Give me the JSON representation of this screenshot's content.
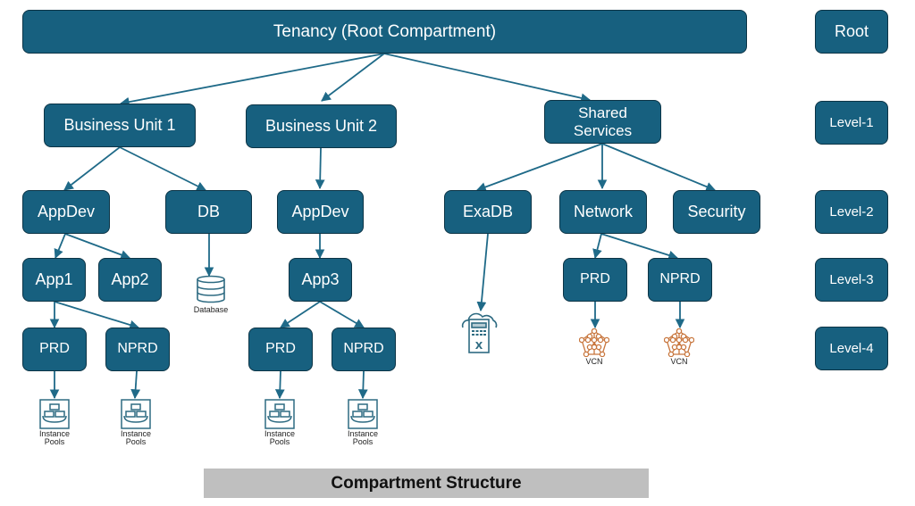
{
  "diagram": {
    "title": "Compartment Structure",
    "colors": {
      "node_fill": "#17607f",
      "node_border": "#0c3446",
      "edge": "#1f6a88",
      "vcn_icon": "#c8763d",
      "service_icon": "#2e6b82",
      "caption_bg": "#bfbfbf"
    },
    "nodes": {
      "tenancy": "Tenancy (Root Compartment)",
      "bu1": "Business Unit 1",
      "bu2": "Business Unit 2",
      "shared": "Shared\nServices",
      "bu1_appdev": "AppDev",
      "bu1_db": "DB",
      "bu2_appdev": "AppDev",
      "exadb": "ExaDB",
      "network": "Network",
      "security": "Security",
      "app1": "App1",
      "app2": "App2",
      "app3": "App3",
      "net_prd": "PRD",
      "net_nprd": "NPRD",
      "app1_prd": "PRD",
      "app1_nprd": "NPRD",
      "app3_prd": "PRD",
      "app3_nprd": "NPRD"
    },
    "levels": [
      "Root",
      "Level-1",
      "Level-2",
      "Level-3",
      "Level-4"
    ],
    "resources": {
      "database": {
        "icon": "database-icon",
        "label": "Database"
      },
      "exadata": {
        "icon": "exadata-cloud-icon",
        "label": ""
      },
      "vcn_prd": {
        "icon": "vcn-icon",
        "label": "VCN"
      },
      "vcn_nprd": {
        "icon": "vcn-icon",
        "label": "VCN"
      },
      "pool_app1_prd": {
        "icon": "instance-pools-icon",
        "label": "Instance\nPools"
      },
      "pool_app1_nprd": {
        "icon": "instance-pools-icon",
        "label": "Instance\nPools"
      },
      "pool_app3_prd": {
        "icon": "instance-pools-icon",
        "label": "Instance\nPools"
      },
      "pool_app3_nprd": {
        "icon": "instance-pools-icon",
        "label": "Instance\nPools"
      }
    },
    "edges": [
      [
        "tenancy",
        "bu1"
      ],
      [
        "tenancy",
        "bu2"
      ],
      [
        "tenancy",
        "shared"
      ],
      [
        "bu1",
        "bu1_appdev"
      ],
      [
        "bu1",
        "bu1_db"
      ],
      [
        "bu2",
        "bu2_appdev"
      ],
      [
        "shared",
        "exadb"
      ],
      [
        "shared",
        "network"
      ],
      [
        "shared",
        "security"
      ],
      [
        "bu1_appdev",
        "app1"
      ],
      [
        "bu1_appdev",
        "app2"
      ],
      [
        "bu1_db",
        "database"
      ],
      [
        "bu2_appdev",
        "app3"
      ],
      [
        "exadb",
        "exadata"
      ],
      [
        "network",
        "net_prd"
      ],
      [
        "network",
        "net_nprd"
      ],
      [
        "app1",
        "app1_prd"
      ],
      [
        "app1",
        "app1_nprd"
      ],
      [
        "app3",
        "app3_prd"
      ],
      [
        "app3",
        "app3_nprd"
      ],
      [
        "net_prd",
        "vcn_prd"
      ],
      [
        "net_nprd",
        "vcn_nprd"
      ],
      [
        "app1_prd",
        "pool_app1_prd"
      ],
      [
        "app1_nprd",
        "pool_app1_nprd"
      ],
      [
        "app3_prd",
        "pool_app3_prd"
      ],
      [
        "app3_nprd",
        "pool_app3_nprd"
      ]
    ]
  }
}
